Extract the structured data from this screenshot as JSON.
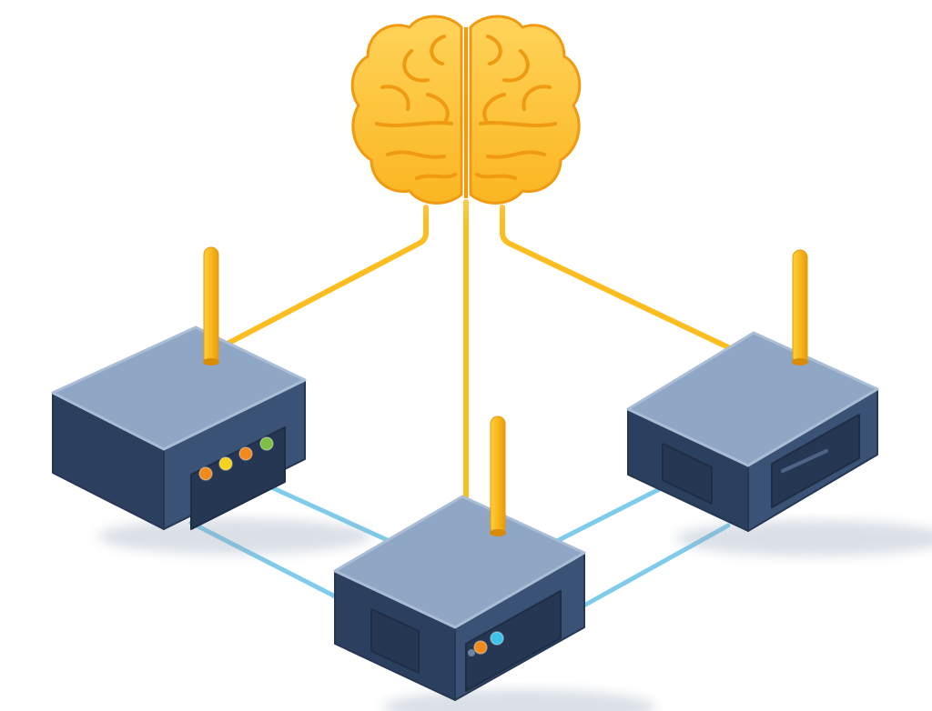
{
  "diagram": {
    "nodes": [
      {
        "id": "brain",
        "kind": "brain-icon"
      },
      {
        "id": "router-left",
        "kind": "router",
        "leds": [
          "#f08a1c",
          "#f5d31a",
          "#f08a1c",
          "#7cc142"
        ]
      },
      {
        "id": "router-center",
        "kind": "router",
        "leds": [
          "#f08a1c",
          "#3ec2e8"
        ]
      },
      {
        "id": "router-right",
        "kind": "router",
        "leds": []
      }
    ],
    "edges": [
      {
        "from": "brain",
        "to": "router-left",
        "style": "control"
      },
      {
        "from": "brain",
        "to": "router-center",
        "style": "control"
      },
      {
        "from": "brain",
        "to": "router-right",
        "style": "control"
      },
      {
        "from": "router-left",
        "to": "router-center",
        "style": "data"
      },
      {
        "from": "router-center",
        "to": "router-right",
        "style": "data"
      }
    ]
  },
  "colors": {
    "control_link": "#fbbd1f",
    "data_link": "#7fcbea",
    "brain_fill": "#fbb521",
    "brain_highlight": "#ffd45a",
    "brain_stroke": "#f09a12",
    "router_top": "#8fa6c4",
    "router_top_light": "#a9bdd6",
    "router_side": "#3a5275",
    "router_side_dark": "#2b3f5e",
    "router_edge": "#263754",
    "antenna": "#f7b51a",
    "background": "#ffffff"
  }
}
